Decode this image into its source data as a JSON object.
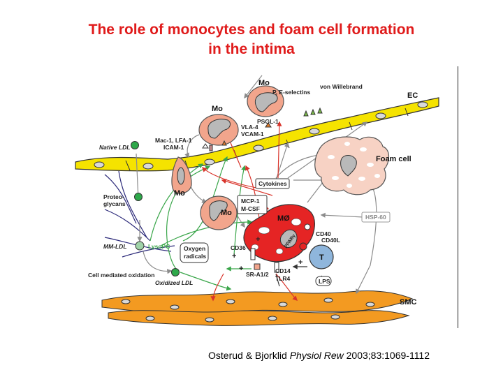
{
  "title": {
    "line1": "The role of monocytes and foam cell formation",
    "line2": "in the intima"
  },
  "labels": {
    "mo_top": "Mo",
    "mo_left": "Mo",
    "mo_bottom": "Mo",
    "mo_middle": "Mo",
    "psgl": "PSGL-1",
    "pe_selectins": "P, E-selectins",
    "von_willebrand": "von Willebrand",
    "ec": "EC",
    "vla4": "VLA-4",
    "vcam1": "VCAM-1",
    "mac1": "Mac-1, LFA-1",
    "icam1": "ICAM-1",
    "native_ldl": "Native LDL",
    "foam_cell": "Foam cell",
    "cytokines": "Cytokines",
    "proteoglycans_1": "Proteo-",
    "proteoglycans_2": "glycans",
    "mcp1": "MCP-1",
    "mcsf": "M-CSF",
    "hsp60": "HSP-60",
    "macrophage": "MØ",
    "ppar": "PPARγ",
    "cd40": "CD40",
    "cd40l": "CD40L",
    "t_cell": "T",
    "mm_ldl": "MM-LDL",
    "lysopc": "LysoPC",
    "oxygen_1": "Oxygen",
    "oxygen_2": "radicals",
    "cd36": "CD36",
    "plus1": "+",
    "plus2": "+",
    "plus3": "+",
    "plus4": "+",
    "sr": "SR-A1/2",
    "cd14": "CD14",
    "tlr4": "TLR4",
    "lps": "LPS",
    "cell_mediated": "Cell mediated oxidation",
    "oxidized_ldl": "Oxidized LDL",
    "smc": "SMC"
  },
  "citation": {
    "authors": "Osterud & Bjorklid ",
    "journal": "Physiol Rew",
    "ref": " 2003;83:1069-1112"
  },
  "colors": {
    "title": "#e01b1b",
    "endothelium": "#f5e300",
    "monocyte": "#f2a58c",
    "macrophage": "#e52424",
    "smc": "#f39a21",
    "ldl": "#2ea84a",
    "t_cell": "#8fb6dc",
    "arrow_green": "#3aa64a",
    "arrow_red": "#d9342b",
    "arrow_gray": "#8c8c8c"
  }
}
